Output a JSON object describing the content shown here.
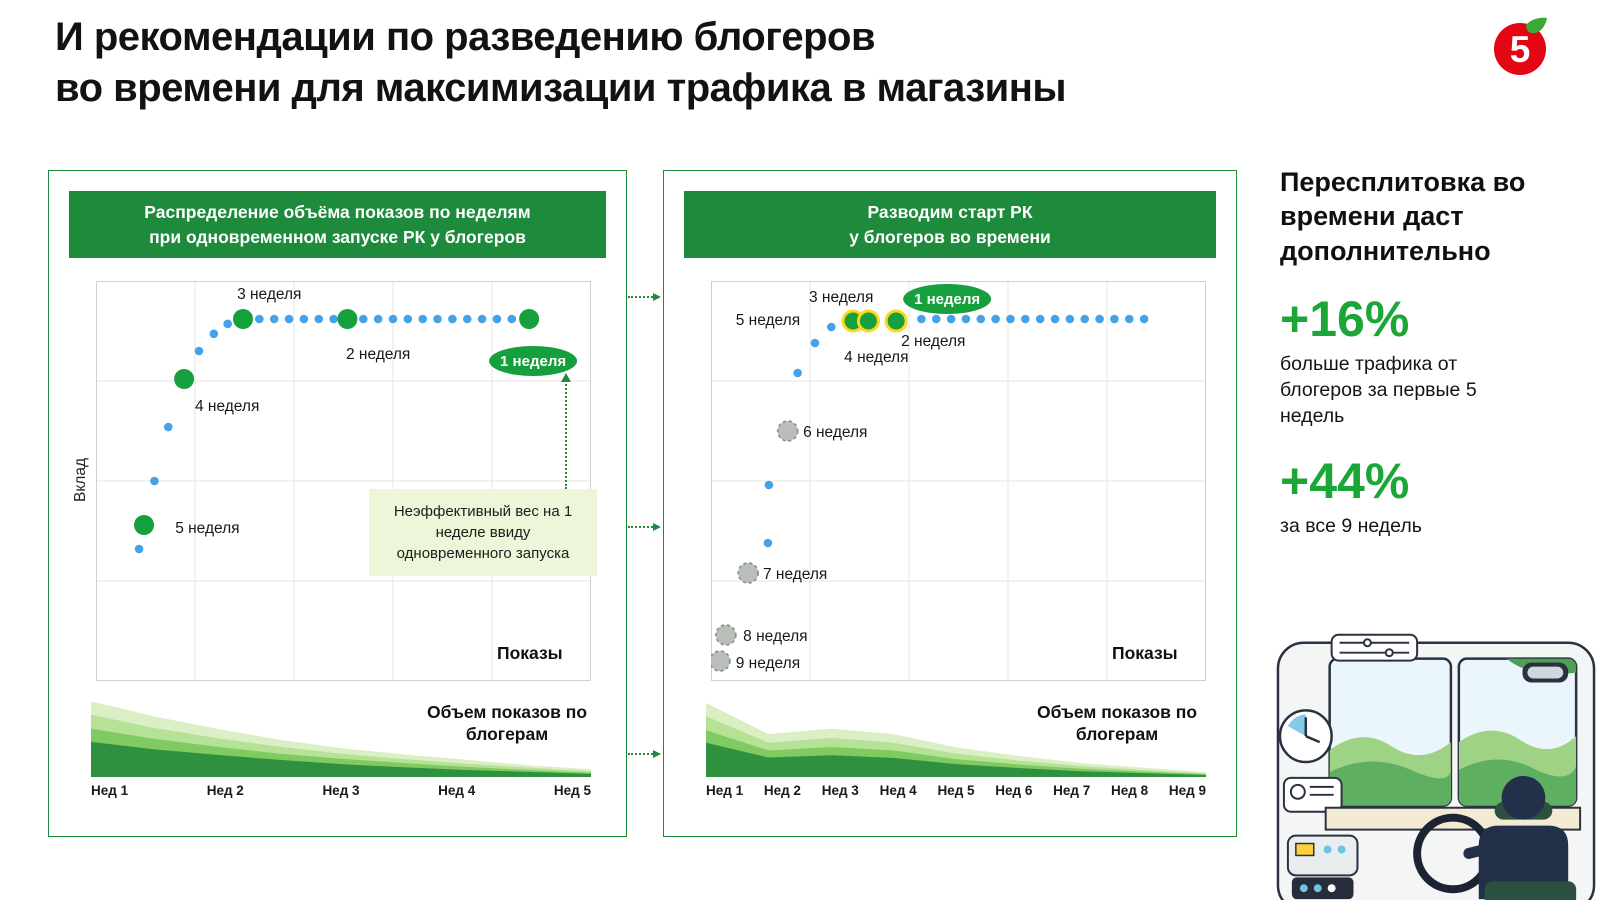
{
  "header": {
    "title_line1": "И рекомендации по разведению блогеров",
    "title_line2": "во времени для максимизации трафика в магазины",
    "logo_digit": "5"
  },
  "colors": {
    "green": "#1e8a3c",
    "green_dot": "#169f3d",
    "blue_dot": "#47a1e6",
    "gray_dot": "#b9beb9",
    "yellow": "#ffd61c",
    "accent": "#1ca638"
  },
  "right_column": {
    "heading": "Пересплитовка во времени даст дополнительно",
    "stat1_value": "+16%",
    "stat1_desc": "больше трафика от блогеров за первые 5 недель",
    "stat2_value": "+44%",
    "stat2_desc": "за все 9 недель"
  },
  "chart_data": [
    {
      "type": "scatter",
      "header_line1": "Распределение объёма показов по неделям",
      "header_line2": "при одновременном запуске РК у блогеров",
      "xlabel": "Показы",
      "ylabel": "Вклад",
      "annotation": "Неэффективный вес на 1 неделе ввиду одновременного запуска",
      "grid": {
        "cols": 5,
        "rows": 4
      },
      "blue_dots": [
        [
          0.087,
          0.33
        ],
        [
          0.118,
          0.5
        ],
        [
          0.146,
          0.635
        ],
        [
          0.208,
          0.825
        ],
        [
          0.238,
          0.868
        ],
        [
          0.266,
          0.893
        ],
        [
          0.33,
          0.905
        ],
        [
          0.36,
          0.905
        ],
        [
          0.39,
          0.905
        ],
        [
          0.42,
          0.905
        ],
        [
          0.45,
          0.905
        ],
        [
          0.48,
          0.905
        ],
        [
          0.54,
          0.905
        ],
        [
          0.57,
          0.905
        ],
        [
          0.6,
          0.905
        ],
        [
          0.63,
          0.905
        ],
        [
          0.66,
          0.905
        ],
        [
          0.69,
          0.905
        ],
        [
          0.72,
          0.905
        ],
        [
          0.75,
          0.905
        ],
        [
          0.78,
          0.905
        ],
        [
          0.81,
          0.905
        ],
        [
          0.84,
          0.905
        ]
      ],
      "green_dots": [
        [
          0.097,
          0.39
        ],
        [
          0.178,
          0.755
        ],
        [
          0.297,
          0.905
        ],
        [
          0.508,
          0.905
        ],
        [
          0.875,
          0.905
        ]
      ],
      "gray_dots": [],
      "labels": [
        {
          "text": "3 неделя",
          "x": 0.285,
          "y": 0.955,
          "anchor": "start"
        },
        {
          "text": "2 неделя",
          "x": 0.505,
          "y": 0.805,
          "anchor": "start"
        },
        {
          "text": "4 неделя",
          "x": 0.2,
          "y": 0.675,
          "anchor": "start"
        },
        {
          "text": "5 неделя",
          "x": 0.16,
          "y": 0.37,
          "anchor": "start"
        }
      ],
      "badge": {
        "label": "1 неделя",
        "x": 0.883,
        "y": 0.8
      },
      "area": {
        "title": "Объем показов по блогерам",
        "categories": [
          "Нед 1",
          "Нед 2",
          "Нед 3",
          "Нед 4",
          "Нед 5"
        ],
        "layers": [
          {
            "color": "#daefc4",
            "values": [
              0.97,
              0.78,
              0.62,
              0.48,
              0.37,
              0.29,
              0.22,
              0.15,
              0.1
            ]
          },
          {
            "color": "#b5e296",
            "values": [
              0.8,
              0.63,
              0.5,
              0.39,
              0.3,
              0.23,
              0.17,
              0.12,
              0.075
            ]
          },
          {
            "color": "#7fcb61",
            "values": [
              0.62,
              0.49,
              0.39,
              0.3,
              0.235,
              0.18,
              0.13,
              0.09,
              0.055
            ]
          },
          {
            "color": "#2f9140",
            "values": [
              0.45,
              0.355,
              0.285,
              0.22,
              0.165,
              0.125,
              0.09,
              0.065,
              0.04
            ]
          }
        ]
      }
    },
    {
      "type": "scatter",
      "header_line1": "Разводим старт РК",
      "header_line2": "у блогеров во времени",
      "xlabel": "Показы",
      "grid": {
        "cols": 5,
        "rows": 4
      },
      "blue_dots": [
        [
          0.115,
          0.345
        ],
        [
          0.117,
          0.49
        ],
        [
          0.175,
          0.77
        ],
        [
          0.21,
          0.845
        ],
        [
          0.243,
          0.885
        ],
        [
          0.425,
          0.905
        ],
        [
          0.455,
          0.905
        ],
        [
          0.485,
          0.905
        ],
        [
          0.515,
          0.905
        ],
        [
          0.545,
          0.905
        ],
        [
          0.575,
          0.905
        ],
        [
          0.605,
          0.905
        ],
        [
          0.635,
          0.905
        ],
        [
          0.665,
          0.905
        ],
        [
          0.695,
          0.905
        ],
        [
          0.725,
          0.905
        ],
        [
          0.755,
          0.905
        ],
        [
          0.785,
          0.905
        ],
        [
          0.815,
          0.905
        ],
        [
          0.845,
          0.905
        ],
        [
          0.875,
          0.905
        ]
      ],
      "green_dots": [
        [
          0.287,
          0.9,
          true
        ],
        [
          0.318,
          0.9,
          true
        ],
        [
          0.374,
          0.9,
          true
        ]
      ],
      "gray_dots": [
        [
          0.018,
          0.05
        ],
        [
          0.03,
          0.115
        ],
        [
          0.075,
          0.27
        ],
        [
          0.155,
          0.625
        ]
      ],
      "labels": [
        {
          "text": "3 неделя",
          "x": 0.198,
          "y": 0.9475,
          "anchor": "start"
        },
        {
          "text": "5 неделя",
          "x": 0.05,
          "y": 0.89,
          "anchor": "start"
        },
        {
          "text": "2 неделя",
          "x": 0.384,
          "y": 0.8375,
          "anchor": "start"
        },
        {
          "text": "4 неделя",
          "x": 0.269,
          "y": 0.7975,
          "anchor": "start"
        },
        {
          "text": "6 неделя",
          "x": 0.186,
          "y": 0.61,
          "anchor": "start"
        },
        {
          "text": "7 неделя",
          "x": 0.105,
          "y": 0.255,
          "anchor": "start"
        },
        {
          "text": "8 неделя",
          "x": 0.065,
          "y": 0.1,
          "anchor": "start"
        },
        {
          "text": "9 неделя",
          "x": 0.05,
          "y": 0.0325,
          "anchor": "start"
        }
      ],
      "badge": {
        "label": "1 неделя",
        "x": 0.477,
        "y": 0.955
      },
      "area": {
        "title": "Объем показов по блогерам",
        "categories": [
          "Нед 1",
          "Нед 2",
          "Нед 3",
          "Нед 4",
          "Нед 5",
          "Нед 6",
          "Нед 7",
          "Нед 8",
          "Нед 9"
        ],
        "layers": [
          {
            "color": "#daefc4",
            "values": [
              0.95,
              0.55,
              0.62,
              0.55,
              0.38,
              0.27,
              0.18,
              0.12,
              0.06
            ]
          },
          {
            "color": "#b5e296",
            "values": [
              0.78,
              0.44,
              0.5,
              0.44,
              0.3,
              0.21,
              0.14,
              0.09,
              0.045
            ]
          },
          {
            "color": "#7fcb61",
            "values": [
              0.6,
              0.34,
              0.385,
              0.34,
              0.23,
              0.16,
              0.105,
              0.07,
              0.035
            ]
          },
          {
            "color": "#2f9140",
            "values": [
              0.44,
              0.25,
              0.28,
              0.245,
              0.165,
              0.115,
              0.075,
              0.05,
              0.025
            ]
          }
        ]
      }
    }
  ]
}
